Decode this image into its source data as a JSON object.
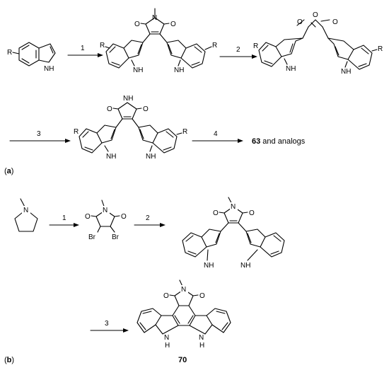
{
  "scheme_a": {
    "label_open": "(",
    "label_letter": "a",
    "label_close": ")",
    "steps": [
      "1",
      "2",
      "3",
      "4"
    ],
    "product_number": "63",
    "product_text": " and analogs"
  },
  "scheme_b": {
    "label_open": "(",
    "label_letter": "b",
    "label_close": ")",
    "steps": [
      "1",
      "2",
      "3"
    ],
    "product_number": "70"
  },
  "atoms": {
    "nh": "NH",
    "n": "N",
    "h": "H",
    "o": "O",
    "r": "R",
    "br": "Br"
  },
  "colors": {
    "ink": "#000000",
    "background": "#ffffff"
  }
}
